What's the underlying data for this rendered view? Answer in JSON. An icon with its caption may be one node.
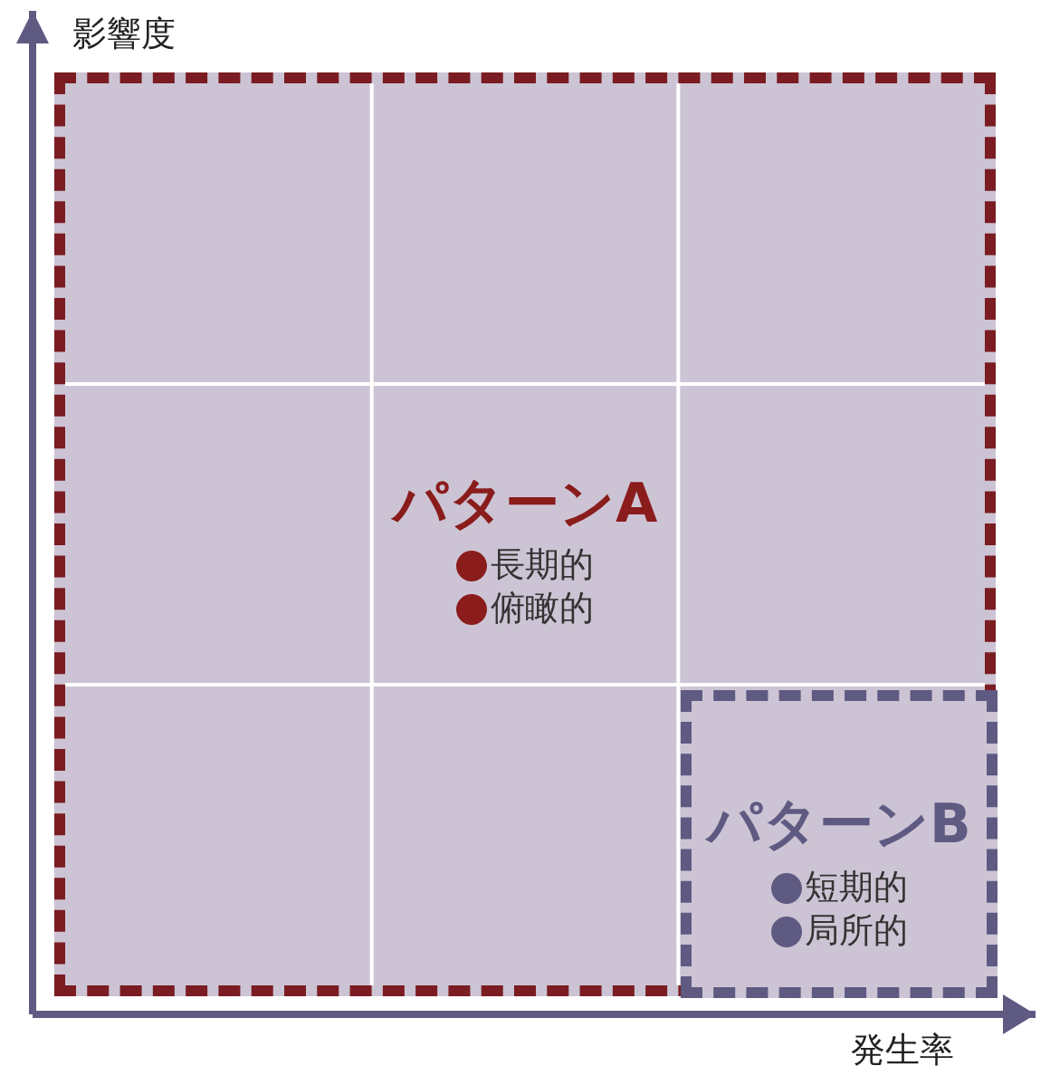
{
  "diagram": {
    "nodes": [
      {
        "text": [
          "パターンA",
          "長期的",
          "俯瞰的"
        ]
      },
      {
        "text": [
          "パターンB",
          "短期的",
          "局所的"
        ],
        "in": 0
      }
    ],
    "labels": [
      "影響度",
      "発生率"
    ]
  }
}
